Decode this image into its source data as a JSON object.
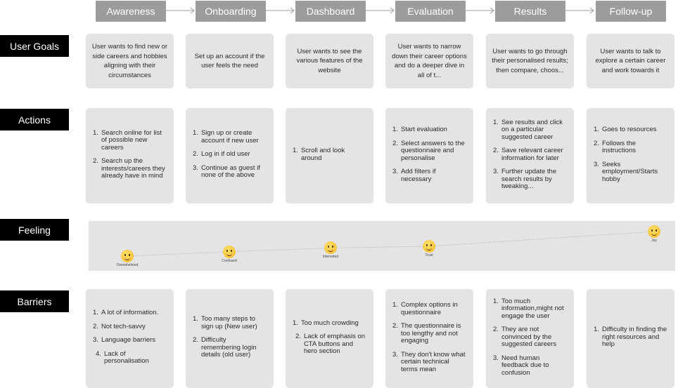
{
  "stages": [
    "Awareness",
    "Onboarding",
    "Dashboard",
    "Evaluation",
    "Results",
    "Follow-up"
  ],
  "row_labels": {
    "goals": "User Goals",
    "actions": "Actions",
    "feeling": "Feeling",
    "barriers": "Barriers"
  },
  "goals": [
    "User wants to find new or side careers and hobbies aligning with their circumstances",
    "Set up an account if the user feels the need",
    "User wants to see the various features of the website",
    "User wants to narrow down their career options and do a deeper dive in all of t...",
    "User wants to go through their personalised results; then compare, choos...",
    "User wants to talk to explore a certain career and work towards it"
  ],
  "actions": [
    [
      {
        "num": "1.",
        "text": "Search online for list of possible new careers"
      },
      {
        "num": "2.",
        "text": "Search up the interests/careers they already have in mind"
      }
    ],
    [
      {
        "num": "1.",
        "text": "Sign up or create account if new user"
      },
      {
        "num": "2.",
        "text": "Log in if old user"
      },
      {
        "num": "3.",
        "text": "Continue as guest if none of the above"
      }
    ],
    [
      {
        "num": "1.",
        "text": "Scroll and look around"
      }
    ],
    [
      {
        "num": "1.",
        "text": "Start evaluation"
      },
      {
        "num": "2.",
        "text": "Select answers to the questionnaire and personalise"
      },
      {
        "num": "3.",
        "text": "Add filters if necessary"
      }
    ],
    [
      {
        "num": "1.",
        "text": "See results and click on a particular suggested career"
      },
      {
        "num": "2.",
        "text": "Save relevant career information for later"
      },
      {
        "num": "3.",
        "text": "Further update the search results by tweaking..."
      }
    ],
    [
      {
        "num": "1.",
        "text": "Goes to resources"
      },
      {
        "num": "2.",
        "text": "Follows the instructions"
      },
      {
        "num": "3.",
        "text": "Seeks employment/Starts hobby"
      }
    ]
  ],
  "feelings": [
    {
      "label": "Overwhelmed",
      "icon": "overwhelmed-emoji-icon",
      "level": 0.0
    },
    {
      "label": "Confused",
      "icon": "confused-emoji-icon",
      "level": 0.18
    },
    {
      "label": "Interested",
      "icon": "thinking-emoji-icon",
      "level": 0.33
    },
    {
      "label": "Trust",
      "icon": "smiling-glasses-emoji-icon",
      "level": 0.4
    },
    {
      "label": "Joy",
      "icon": "party-emoji-icon",
      "level": 1.0
    }
  ],
  "barriers": [
    [
      {
        "num": "1.",
        "text": "A lot of information."
      },
      {
        "num": "2.",
        "text": "Not tech-savvy"
      },
      {
        "num": "3.",
        "text": "Language barriers"
      },
      {
        "num": "4.",
        "text": "Lack of personalisation"
      }
    ],
    [
      {
        "num": "1.",
        "text": "Too many steps to sign up (New user)"
      },
      {
        "num": "2.",
        "text": "Difficulty remembering login details (old user)"
      }
    ],
    [
      {
        "num": "1.",
        "text": "Too much crowding"
      },
      {
        "num": "2.",
        "text": "Lack of emphasis on CTA buttons and hero section"
      }
    ],
    [
      {
        "num": "1.",
        "text": "Complex options in questionnaire"
      },
      {
        "num": "2.",
        "text": "The questionnaire is too lengthy and not engaging"
      },
      {
        "num": "3.",
        "text": "They don't know what certain technical terms mean"
      }
    ],
    [
      {
        "num": "1.",
        "text": "Too much information,might not engage the user"
      },
      {
        "num": "2.",
        "text": "They are not convinced by the suggested careers"
      },
      {
        "num": "3.",
        "text": "Need human feedback due to confusion"
      }
    ],
    [
      {
        "num": "1.",
        "text": "Difficulty in finding the right resources and help"
      }
    ]
  ],
  "colors": {
    "stage_bg": "#9c9c9c",
    "card_bg": "#e4e4e4",
    "label_bg": "#000000",
    "emoji": "#f5b82e"
  }
}
